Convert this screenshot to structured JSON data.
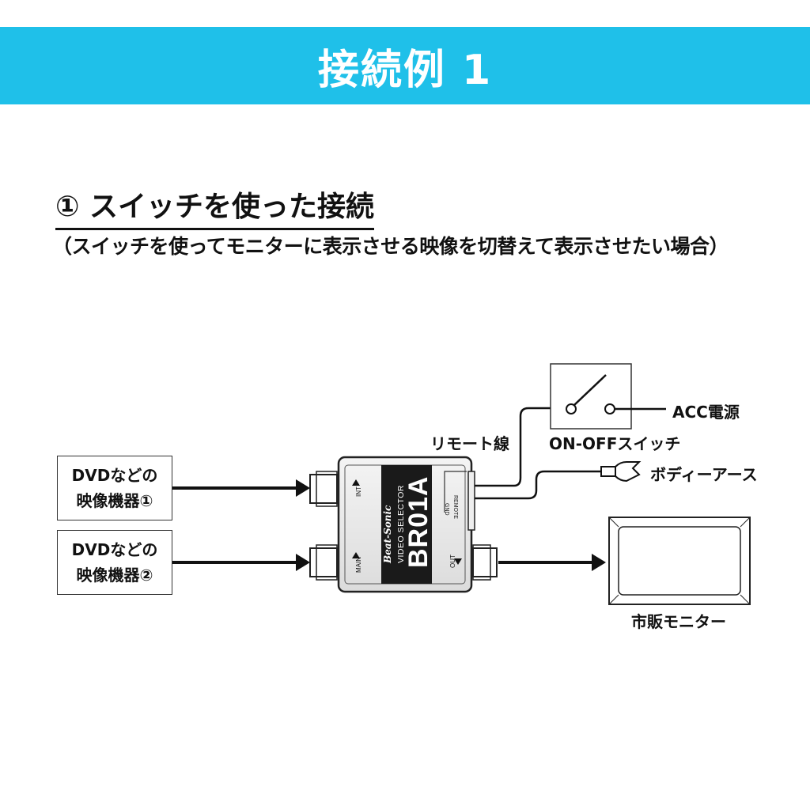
{
  "banner": {
    "title": "接続例 1",
    "color": "#1fc0e9"
  },
  "section": {
    "title": "① スイッチを使った接続",
    "subtitle": "（スイッチを使ってモニターに表示させる映像を切替えて表示させたい場合）"
  },
  "sources": [
    {
      "line1": "DVDなどの",
      "line2": "映像機器①"
    },
    {
      "line1": "DVDなどの",
      "line2": "映像機器②"
    }
  ],
  "device": {
    "brand": "Beat-Sonic",
    "series": "VIDEO SELECTOR",
    "model": "BR01A",
    "port_int": "INT",
    "port_main": "MAIN",
    "port_out": "OUT",
    "port_gnd": "GND",
    "port_remote": "REMOTE"
  },
  "labels": {
    "remote_wire": "リモート線",
    "switch": "ON-OFFスイッチ",
    "acc_power": "ACC電源",
    "body_ground": "ボディーアース",
    "monitor": "市販モニター"
  }
}
